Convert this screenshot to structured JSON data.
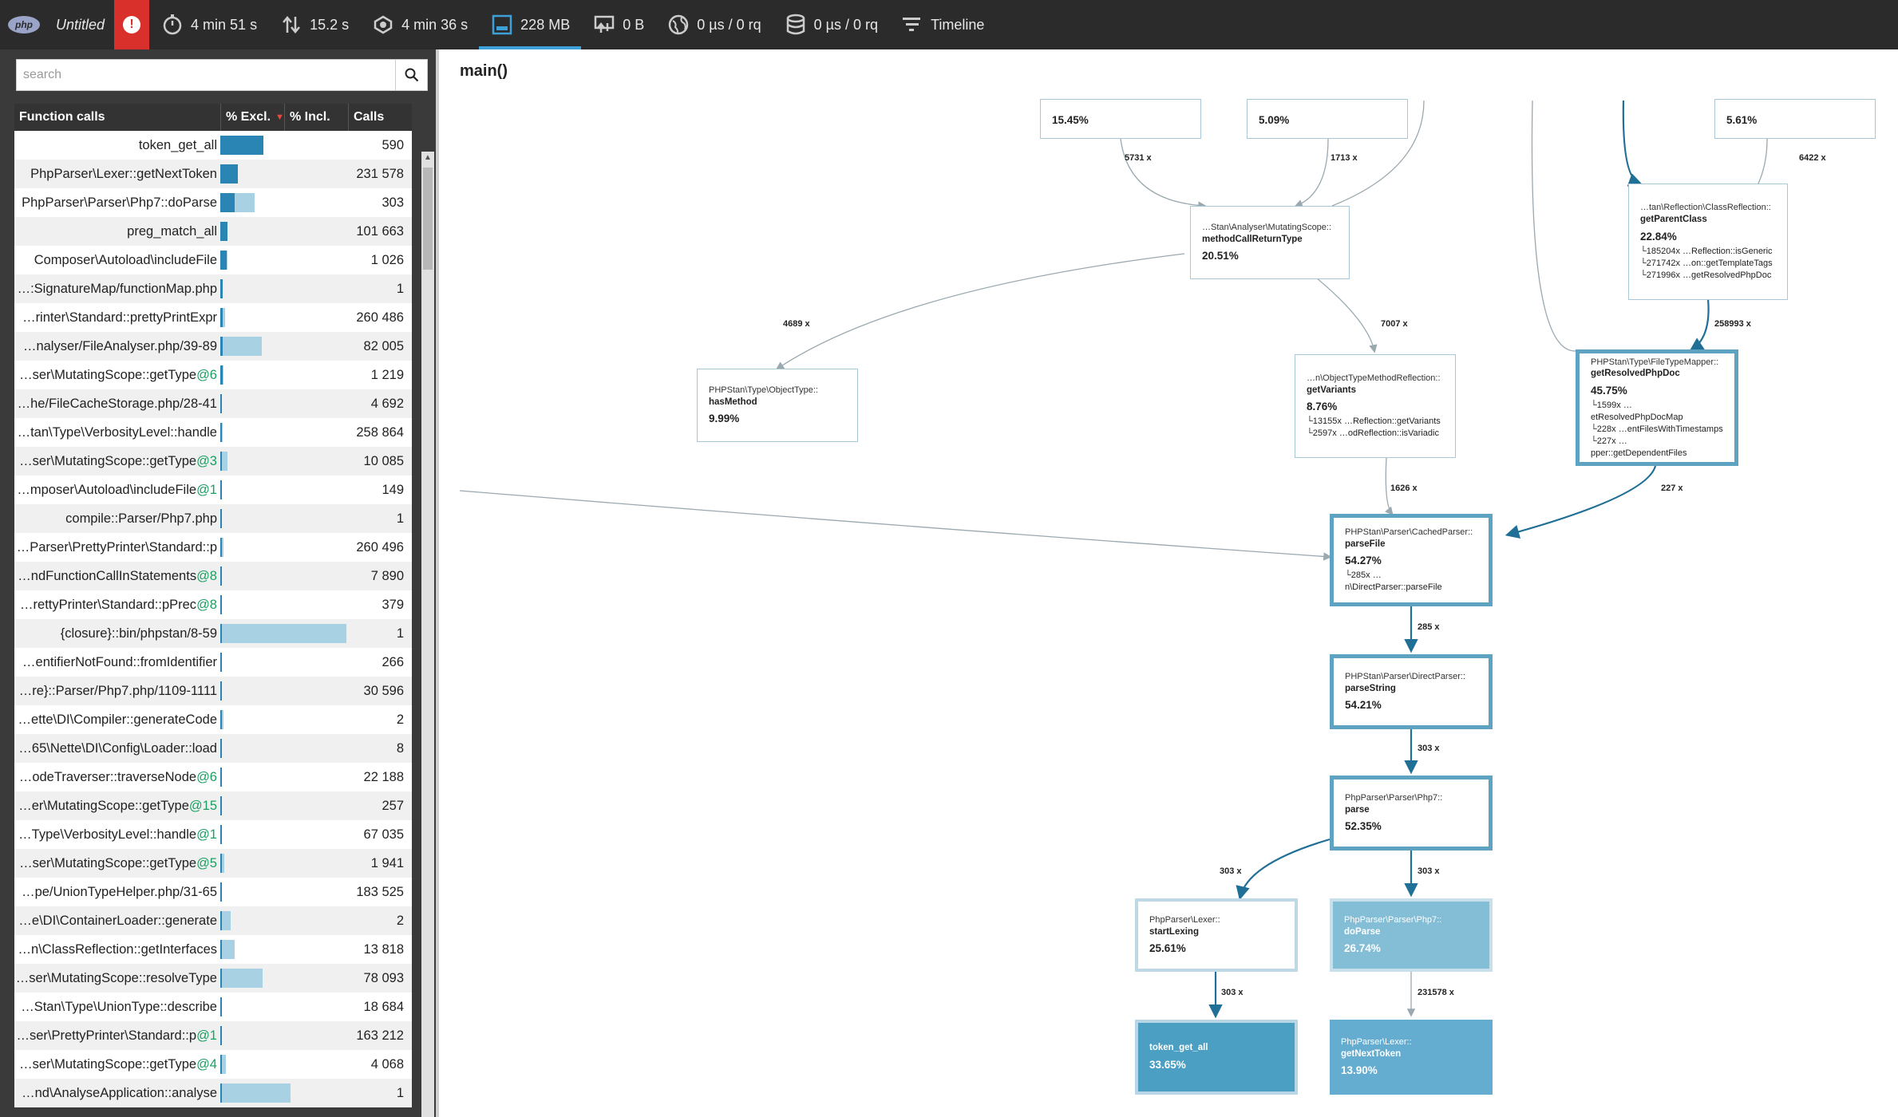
{
  "toolbar": {
    "logo": "php",
    "title": "Untitled",
    "items": [
      {
        "label": "4 min 51 s",
        "icon": "clock-icon"
      },
      {
        "label": "15.2 s",
        "icon": "io-arrows-icon"
      },
      {
        "label": "4 min 36 s",
        "icon": "cpu-icon"
      },
      {
        "label": "228 MB",
        "icon": "memory-icon"
      },
      {
        "label": "0 B",
        "icon": "network-icon"
      },
      {
        "label": "0 µs / 0 rq",
        "icon": "http-globe-icon"
      },
      {
        "label": "0 µs / 0 rq",
        "icon": "database-icon"
      },
      {
        "label": "Timeline",
        "icon": "timeline-icon"
      }
    ]
  },
  "search": {
    "placeholder": "search"
  },
  "table": {
    "headers": {
      "function": "Function calls",
      "excl": "% Excl.",
      "incl": "% Incl.",
      "calls": "Calls"
    },
    "rows": [
      {
        "name": "token_get_all",
        "suffix": "",
        "excl": 33.65,
        "incl": 33.65,
        "calls": "590"
      },
      {
        "name": "PhpParser\\Lexer::getNextToken",
        "suffix": "",
        "excl": 13.9,
        "incl": 13.9,
        "calls": "231 578"
      },
      {
        "name": "PhpParser\\Parser\\Php7::doParse",
        "suffix": "",
        "excl": 11.5,
        "incl": 26.74,
        "calls": "303"
      },
      {
        "name": "preg_match_all",
        "suffix": "",
        "excl": 5.6,
        "incl": 5.6,
        "calls": "101 663"
      },
      {
        "name": "Composer\\Autoload\\includeFile",
        "suffix": "",
        "excl": 4.9,
        "incl": 5.6,
        "calls": "1 026"
      },
      {
        "name": "…:SignatureMap/functionMap.php",
        "suffix": "",
        "excl": 2.0,
        "incl": 2.0,
        "calls": "1"
      },
      {
        "name": "…rinter\\Standard::prettyPrintExpr",
        "suffix": "",
        "excl": 2.0,
        "incl": 3.5,
        "calls": "260 486"
      },
      {
        "name": "…nalyser/FileAnalyser.php/39-89",
        "suffix": "",
        "excl": 1.8,
        "incl": 32.5,
        "calls": "82 005"
      },
      {
        "name": "…ser\\MutatingScope::getType",
        "suffix": "@6",
        "excl": 1.6,
        "incl": 2.4,
        "calls": "1 219"
      },
      {
        "name": "…he/FileCacheStorage.php/28-41",
        "suffix": "",
        "excl": 1.5,
        "incl": 1.5,
        "calls": "4 692"
      },
      {
        "name": "…tan\\Type\\VerbosityLevel::handle",
        "suffix": "",
        "excl": 1.4,
        "incl": 1.6,
        "calls": "258 864"
      },
      {
        "name": "…ser\\MutatingScope::getType",
        "suffix": "@3",
        "excl": 1.3,
        "incl": 5.5,
        "calls": "10 085"
      },
      {
        "name": "…mposer\\Autoload\\includeFile",
        "suffix": "@1",
        "excl": 1.2,
        "incl": 1.2,
        "calls": "149"
      },
      {
        "name": "compile::Parser/Php7.php",
        "suffix": "",
        "excl": 1.1,
        "incl": 1.1,
        "calls": "1"
      },
      {
        "name": "…Parser\\PrettyPrinter\\Standard::p",
        "suffix": "",
        "excl": 1.0,
        "incl": 2.4,
        "calls": "260 496"
      },
      {
        "name": "…ndFunctionCallInStatements",
        "suffix": "@8",
        "excl": 1.0,
        "incl": 1.4,
        "calls": "7 890"
      },
      {
        "name": "…rettyPrinter\\Standard::pPrec",
        "suffix": "@8",
        "excl": 0.9,
        "incl": 1.4,
        "calls": "379"
      },
      {
        "name": "{closure}::bin/phpstan/8-59",
        "suffix": "",
        "excl": 0.9,
        "incl": 99.0,
        "calls": "1"
      },
      {
        "name": "…entifierNotFound::fromIdentifier",
        "suffix": "",
        "excl": 0.9,
        "incl": 0.9,
        "calls": "266"
      },
      {
        "name": "…re}::Parser/Php7.php/1109-1111",
        "suffix": "",
        "excl": 0.8,
        "incl": 0.8,
        "calls": "30 596"
      },
      {
        "name": "…ette\\DI\\Compiler::generateCode",
        "suffix": "",
        "excl": 0.8,
        "incl": 2.2,
        "calls": "2"
      },
      {
        "name": "…65\\Nette\\DI\\Config\\Loader::load",
        "suffix": "",
        "excl": 0.8,
        "incl": 0.8,
        "calls": "8"
      },
      {
        "name": "…odeTraverser::traverseNode",
        "suffix": "@6",
        "excl": 0.8,
        "incl": 1.0,
        "calls": "22 188"
      },
      {
        "name": "…er\\MutatingScope::getType",
        "suffix": "@15",
        "excl": 0.7,
        "incl": 0.9,
        "calls": "257"
      },
      {
        "name": "…Type\\VerbosityLevel::handle",
        "suffix": "@1",
        "excl": 0.7,
        "incl": 0.9,
        "calls": "67 035"
      },
      {
        "name": "…ser\\MutatingScope::getType",
        "suffix": "@5",
        "excl": 0.7,
        "incl": 3.3,
        "calls": "1 941"
      },
      {
        "name": "…pe/UnionTypeHelper.php/31-65",
        "suffix": "",
        "excl": 0.7,
        "incl": 0.7,
        "calls": "183 525"
      },
      {
        "name": "…e\\DI\\ContainerLoader::generate",
        "suffix": "",
        "excl": 0.7,
        "incl": 8.0,
        "calls": "2"
      },
      {
        "name": "…n\\ClassReflection::getInterfaces",
        "suffix": "",
        "excl": 0.6,
        "incl": 11.0,
        "calls": "13 818"
      },
      {
        "name": "…ser\\MutatingScope::resolveType",
        "suffix": "",
        "excl": 0.6,
        "incl": 33.0,
        "calls": "78 093"
      },
      {
        "name": "…Stan\\Type\\UnionType::describe",
        "suffix": "",
        "excl": 0.6,
        "incl": 0.8,
        "calls": "18 684"
      },
      {
        "name": "…ser\\PrettyPrinter\\Standard::p",
        "suffix": "@1",
        "excl": 0.6,
        "incl": 1.0,
        "calls": "163 212"
      },
      {
        "name": "…ser\\MutatingScope::getType",
        "suffix": "@4",
        "excl": 0.6,
        "incl": 4.2,
        "calls": "4 068"
      },
      {
        "name": "…nd\\AnalyseApplication::analyse",
        "suffix": "",
        "excl": 0.5,
        "incl": 55.0,
        "calls": "1"
      }
    ]
  },
  "graph": {
    "title": "main()",
    "nodes": [
      {
        "id": "n1",
        "ns": "",
        "fn": "",
        "pct": "15.45%",
        "sub": []
      },
      {
        "id": "n2",
        "ns": "",
        "fn": "",
        "pct": "5.09%",
        "sub": []
      },
      {
        "id": "n3",
        "ns": "",
        "fn": "",
        "pct": "5.61%",
        "sub": []
      },
      {
        "id": "mutating",
        "ns": "…Stan\\Analyser\\MutatingScope::",
        "fn": "methodCallReturnType",
        "pct": "20.51%",
        "sub": []
      },
      {
        "id": "classrefl",
        "ns": "…tan\\Reflection\\ClassReflection::",
        "fn": "getParentClass",
        "pct": "22.84%",
        "sub": [
          "└185204x  …Reflection::isGeneric",
          "└271742x  …on::getTemplateTags",
          "└271996x  …getResolvedPhpDoc"
        ]
      },
      {
        "id": "objtype",
        "ns": "PHPStan\\Type\\ObjectType::",
        "fn": "hasMethod",
        "pct": "9.99%",
        "sub": []
      },
      {
        "id": "objmeth",
        "ns": "…n\\ObjectTypeMethodReflection::",
        "fn": "getVariants",
        "pct": "8.76%",
        "sub": [
          "└13155x  …Reflection::getVariants",
          "└2597x  …odReflection::isVariadic"
        ]
      },
      {
        "id": "filetype",
        "ns": "PHPStan\\Type\\FileTypeMapper::",
        "fn": "getResolvedPhpDoc",
        "pct": "45.75%",
        "sub": [
          "└1599x  …etResolvedPhpDocMap",
          "└228x  …entFilesWithTimestamps",
          "└227x  …pper::getDependentFiles"
        ]
      },
      {
        "id": "cached",
        "ns": "PHPStan\\Parser\\CachedParser::",
        "fn": "parseFile",
        "pct": "54.27%",
        "sub": [
          "└285x  …n\\DirectParser::parseFile"
        ]
      },
      {
        "id": "direct",
        "ns": "PHPStan\\Parser\\DirectParser::",
        "fn": "parseString",
        "pct": "54.21%",
        "sub": []
      },
      {
        "id": "php7parse",
        "ns": "PhpParser\\Parser\\Php7::",
        "fn": "parse",
        "pct": "52.35%",
        "sub": []
      },
      {
        "id": "lexer",
        "ns": "PhpParser\\Lexer::",
        "fn": "startLexing",
        "pct": "25.61%",
        "sub": []
      },
      {
        "id": "doparse",
        "ns": "PhpParser\\Parser\\Php7::",
        "fn": "doParse",
        "pct": "26.74%",
        "sub": []
      },
      {
        "id": "token",
        "ns": "",
        "fn": "token_get_all",
        "pct": "33.65%",
        "sub": []
      },
      {
        "id": "nexttoken",
        "ns": "PhpParser\\Lexer::",
        "fn": "getNextToken",
        "pct": "13.90%",
        "sub": []
      }
    ],
    "edges": [
      {
        "id": "e1",
        "label": "5731 x"
      },
      {
        "id": "e2",
        "label": "1713 x"
      },
      {
        "id": "e3",
        "label": "6422 x"
      },
      {
        "id": "e4",
        "label": "4689 x"
      },
      {
        "id": "e5",
        "label": "7007 x"
      },
      {
        "id": "e6",
        "label": "258993 x"
      },
      {
        "id": "e7",
        "label": "1626 x"
      },
      {
        "id": "e8",
        "label": "227 x"
      },
      {
        "id": "e9",
        "label": "285 x"
      },
      {
        "id": "e10",
        "label": "303 x"
      },
      {
        "id": "e11",
        "label": "303 x"
      },
      {
        "id": "e12",
        "label": "303 x"
      },
      {
        "id": "e13",
        "label": "303 x"
      },
      {
        "id": "e14",
        "label": "231578 x"
      }
    ]
  }
}
